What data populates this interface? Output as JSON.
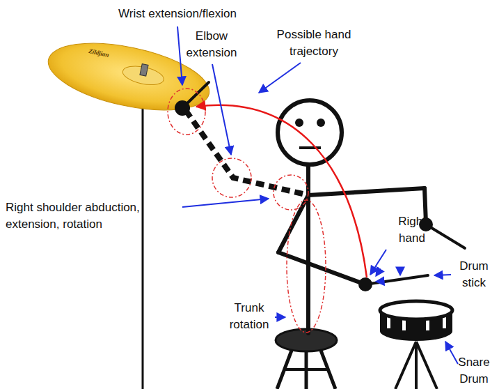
{
  "diagram": {
    "labels": [
      "Wrist extension/flexion",
      "Elbow extension",
      "Possible hand trajectory",
      "Right shoulder abduction, extension, rotation",
      "Right hand",
      "Drum stick",
      "Trunk rotation",
      "Snare Drum",
      "Zildjian"
    ]
  }
}
